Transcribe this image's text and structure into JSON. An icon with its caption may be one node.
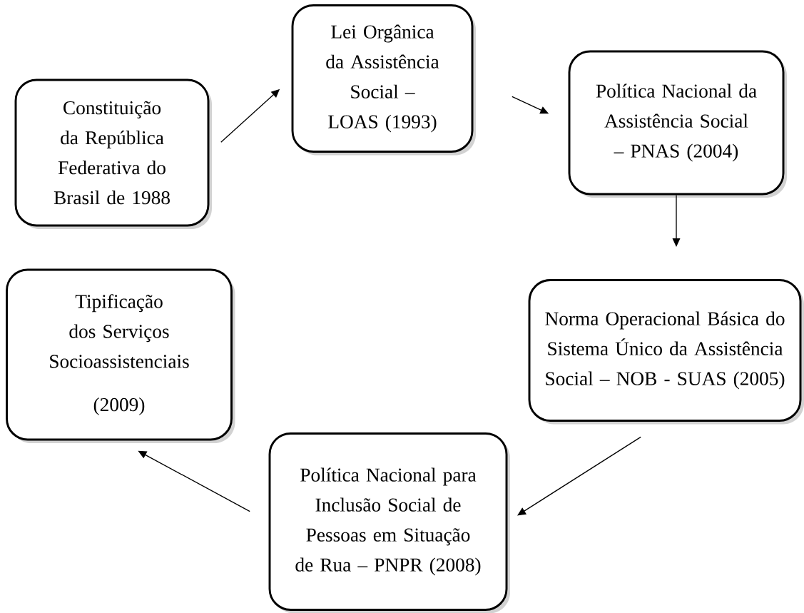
{
  "diagram": {
    "nodes": [
      {
        "text": [
          "Constituição da República Federativa do Brasil de 1988"
        ]
      },
      {
        "text": [
          "Lei Orgânica da Assistência Social – LOAS (1993)"
        ]
      },
      {
        "text": [
          "Política Nacional da Assistência Social – PNAS (2004)"
        ]
      },
      {
        "text": [
          "Norma Operacional Básica do Sistema Único da Assistência Social – NOB - SUAS (2005)"
        ]
      },
      {
        "text": [
          "Política Nacional para Inclusão Social de Pessoas em Situação de Rua – PNPR (2008)"
        ]
      },
      {
        "text": [
          "Tipificação dos Serviços Socioassistenciais",
          "(2009)"
        ]
      }
    ],
    "edges": [
      {
        "from": 0,
        "to": 1,
        "arrow": "to"
      },
      {
        "from": 1,
        "to": 2,
        "arrow": "to"
      },
      {
        "from": 2,
        "to": 3,
        "arrow": "to"
      },
      {
        "from": 3,
        "to": 4,
        "arrow": "to"
      },
      {
        "from": 4,
        "to": 5,
        "arrow": "to"
      }
    ]
  }
}
